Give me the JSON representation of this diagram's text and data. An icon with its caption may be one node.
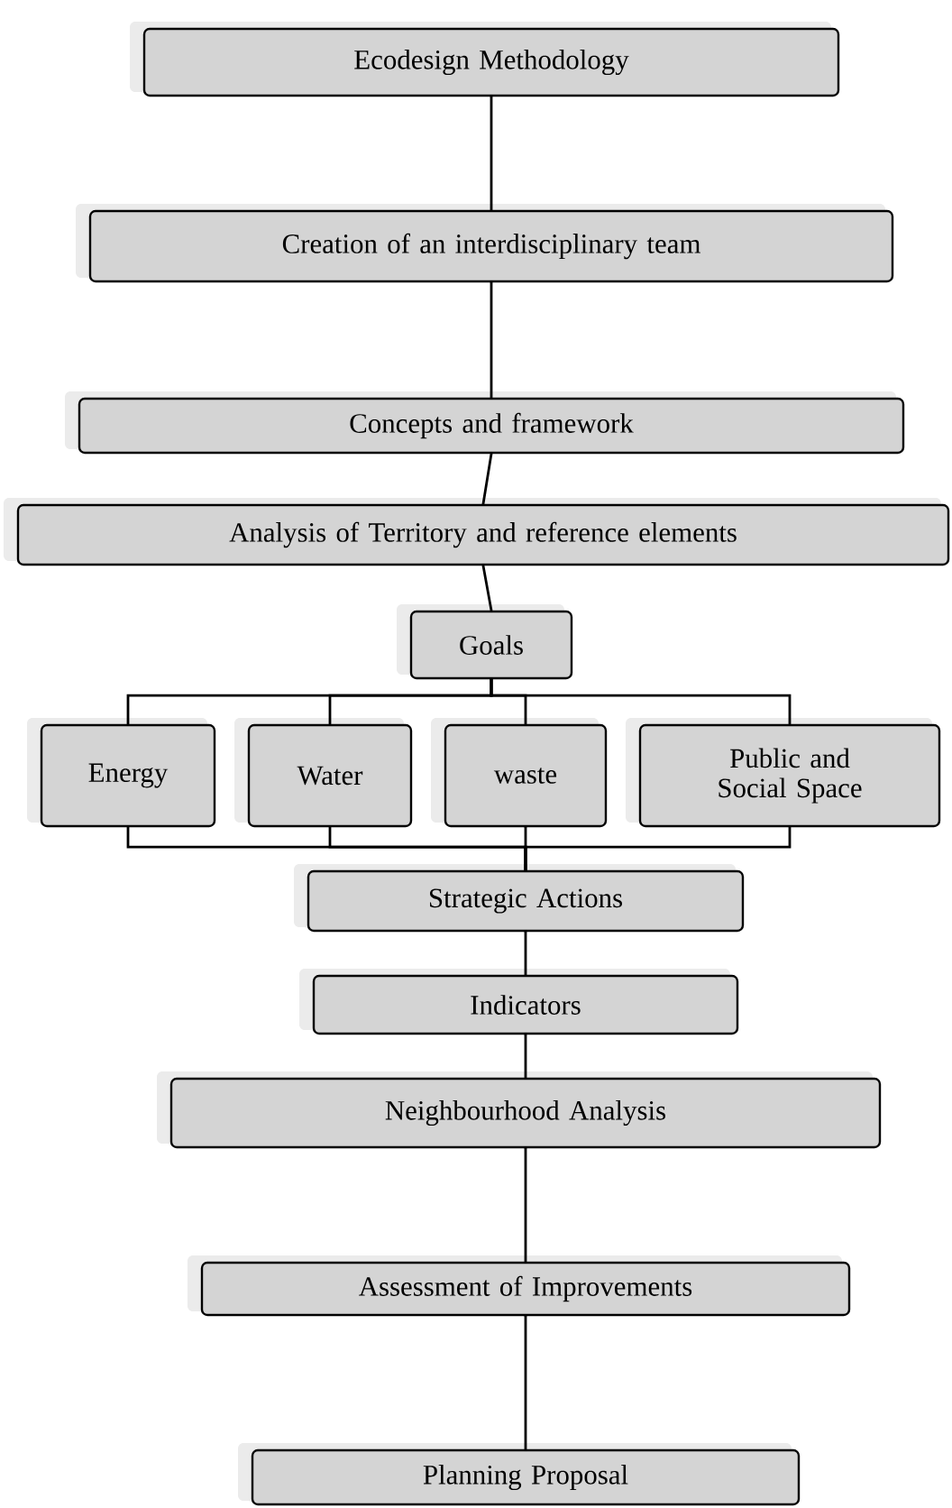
{
  "diagram": {
    "nodes": [
      {
        "text": [
          "Ecodesign Methodology"
        ]
      },
      {
        "text": [
          "Creation of an interdisciplinary team"
        ]
      },
      {
        "text": [
          "Concepts and framework"
        ]
      },
      {
        "text": [
          "Analysis of Territory and reference elements"
        ]
      },
      {
        "text": [
          "Goals"
        ]
      },
      {
        "text": [
          "Energy"
        ]
      },
      {
        "text": [
          "Water"
        ]
      },
      {
        "text": [
          "waste"
        ]
      },
      {
        "text": [
          "Public and Social Space"
        ]
      },
      {
        "text": [
          "Strategic Actions"
        ]
      },
      {
        "text": [
          "Indicators"
        ]
      },
      {
        "text": [
          "Neighbourhood Analysis"
        ]
      },
      {
        "text": [
          "Assessment of Improvements"
        ]
      },
      {
        "text": [
          "Planning Proposal"
        ]
      }
    ],
    "edges": [
      {
        "from": 0,
        "to": 1,
        "arrow": "none"
      },
      {
        "from": 1,
        "to": 2,
        "arrow": "none"
      },
      {
        "from": 2,
        "to": 3,
        "arrow": "none"
      },
      {
        "from": 3,
        "to": 4,
        "arrow": "none"
      },
      {
        "from": 4,
        "to": 5,
        "arrow": "none"
      },
      {
        "from": 4,
        "to": 6,
        "arrow": "none"
      },
      {
        "from": 4,
        "to": 7,
        "arrow": "none"
      },
      {
        "from": 4,
        "to": 8,
        "arrow": "none"
      },
      {
        "from": 5,
        "to": 9,
        "arrow": "none"
      },
      {
        "from": 6,
        "to": 9,
        "arrow": "none"
      },
      {
        "from": 7,
        "to": 9,
        "arrow": "none"
      },
      {
        "from": 8,
        "to": 9,
        "arrow": "none"
      },
      {
        "from": 9,
        "to": 10,
        "arrow": "none"
      },
      {
        "from": 10,
        "to": 11,
        "arrow": "none"
      },
      {
        "from": 11,
        "to": 12,
        "arrow": "none"
      },
      {
        "from": 12,
        "to": 13,
        "arrow": "none"
      }
    ]
  }
}
